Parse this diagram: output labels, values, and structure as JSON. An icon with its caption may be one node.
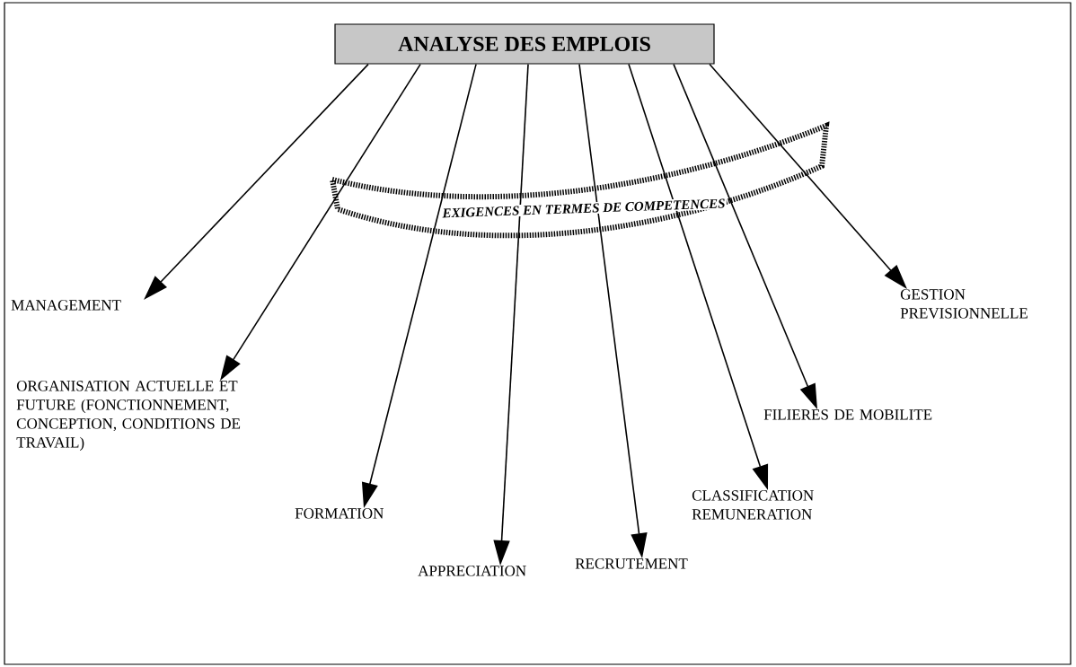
{
  "diagram": {
    "nodes": [
      {
        "text": [
          "ANALYSE DES EMPLOIS"
        ]
      },
      {
        "text": [
          "MANAGEMENT"
        ]
      },
      {
        "text": [
          "ORGANISATION ACTUELLE ET FUTURE (FONCTIONNEMENT, CONCEPTION, CONDITIONS DE TRAVAIL)"
        ]
      },
      {
        "text": [
          "FORMATION"
        ]
      },
      {
        "text": [
          "APPRECIATION"
        ]
      },
      {
        "text": [
          "RECRUTEMENT"
        ]
      },
      {
        "text": [
          "CLASSIFICATION REMUNERATION"
        ]
      },
      {
        "text": [
          "FILIERES DE MOBILITE"
        ]
      },
      {
        "text": [
          "GESTION PREVISIONNELLE"
        ]
      }
    ],
    "edges": [
      {
        "from": 0,
        "to": 1,
        "arrow": "to"
      },
      {
        "from": 0,
        "to": 2,
        "arrow": "to"
      },
      {
        "from": 0,
        "to": 3,
        "arrow": "to"
      },
      {
        "from": 0,
        "to": 4,
        "arrow": "to"
      },
      {
        "from": 0,
        "to": 5,
        "arrow": "to"
      },
      {
        "from": 0,
        "to": 6,
        "arrow": "to"
      },
      {
        "from": 0,
        "to": 7,
        "arrow": "to"
      },
      {
        "from": 0,
        "to": 8,
        "arrow": "to"
      }
    ],
    "labels": [
      "EXIGENCES EN TERMES DE COMPETENCES"
    ]
  }
}
